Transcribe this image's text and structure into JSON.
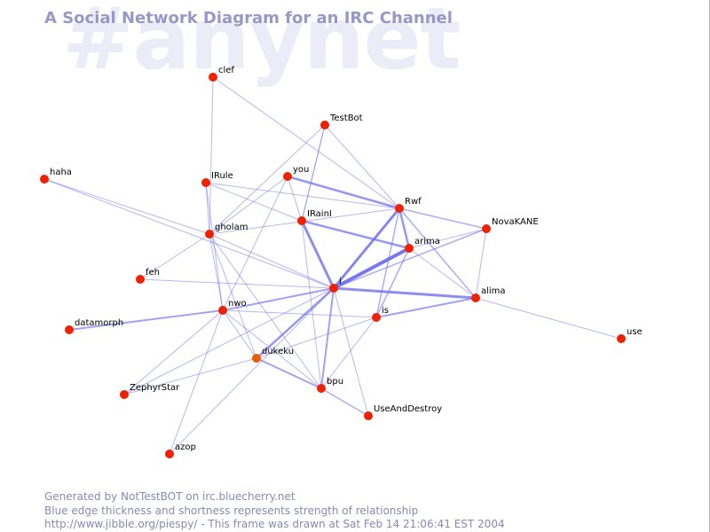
{
  "watermark": "#anynet",
  "title": "A Social Network Diagram for an IRC Channel",
  "footer": {
    "line1": "Generated by NotTestBOT on irc.bluecherry.net",
    "line2": "Blue edge thickness and shortness represents strength of relationship",
    "line3": "http://www.jibble.org/piespy/ - This frame was drawn at Sat Feb 14 21:06:41 EST 2004"
  },
  "colors": {
    "node": "#ee2200",
    "node_alt": "#ee5a00",
    "edge": "#7070ee",
    "label": "#000000"
  },
  "nodes": [
    {
      "id": "clef",
      "label": "clef"
    },
    {
      "id": "TestBot",
      "label": "TestBot"
    },
    {
      "id": "haha",
      "label": "haha"
    },
    {
      "id": "IRule",
      "label": "IRule"
    },
    {
      "id": "you",
      "label": "you"
    },
    {
      "id": "Rwf",
      "label": "Rwf"
    },
    {
      "id": "IRainI",
      "label": "IRainI"
    },
    {
      "id": "NovaKANE",
      "label": "NovaKANE"
    },
    {
      "id": "gholam",
      "label": "gholam"
    },
    {
      "id": "arima",
      "label": "arima"
    },
    {
      "id": "feh",
      "label": "feh"
    },
    {
      "id": "i",
      "label": "i"
    },
    {
      "id": "alima",
      "label": "alima"
    },
    {
      "id": "nwo",
      "label": "nwo"
    },
    {
      "id": "is",
      "label": "is"
    },
    {
      "id": "datamorph",
      "label": "datamorph"
    },
    {
      "id": "use",
      "label": "use"
    },
    {
      "id": "dukeku",
      "label": "dukeku",
      "alt": true
    },
    {
      "id": "ZephyrStar",
      "label": "ZephyrStar"
    },
    {
      "id": "bpu",
      "label": "bpu"
    },
    {
      "id": "UseAndDestroy",
      "label": "UseAndDestroy"
    },
    {
      "id": "azop",
      "label": "azop"
    }
  ],
  "edges": [
    {
      "s": "i",
      "t": "arima",
      "w": 4
    },
    {
      "s": "i",
      "t": "Rwf",
      "w": 3
    },
    {
      "s": "i",
      "t": "alima",
      "w": 3
    },
    {
      "s": "i",
      "t": "IRainI",
      "w": 3
    },
    {
      "s": "i",
      "t": "dukeku",
      "w": 2.5
    },
    {
      "s": "i",
      "t": "bpu",
      "w": 2
    },
    {
      "s": "i",
      "t": "nwo",
      "w": 2
    },
    {
      "s": "i",
      "t": "feh",
      "w": 1
    },
    {
      "s": "i",
      "t": "haha",
      "w": 1
    },
    {
      "s": "i",
      "t": "UseAndDestroy",
      "w": 1
    },
    {
      "s": "i",
      "t": "gholam",
      "w": 1
    },
    {
      "s": "i",
      "t": "NovaKANE",
      "w": 1.5
    },
    {
      "s": "i",
      "t": "ZephyrStar",
      "w": 1
    },
    {
      "s": "i",
      "t": "azop",
      "w": 1
    },
    {
      "s": "IRainI",
      "t": "arima",
      "w": 2.5
    },
    {
      "s": "IRainI",
      "t": "TestBot",
      "w": 1
    },
    {
      "s": "IRainI",
      "t": "IRule",
      "w": 1
    },
    {
      "s": "IRainI",
      "t": "bpu",
      "w": 1
    },
    {
      "s": "you",
      "t": "Rwf",
      "w": 2.5
    },
    {
      "s": "you",
      "t": "gholam",
      "w": 1
    },
    {
      "s": "you",
      "t": "nwo",
      "w": 1
    },
    {
      "s": "you",
      "t": "IRainI",
      "w": 1
    },
    {
      "s": "Rwf",
      "t": "arima",
      "w": 2.5
    },
    {
      "s": "Rwf",
      "t": "NovaKANE",
      "w": 1.5
    },
    {
      "s": "Rwf",
      "t": "alima",
      "w": 1.5
    },
    {
      "s": "Rwf",
      "t": "is",
      "w": 1.5
    },
    {
      "s": "Rwf",
      "t": "gholam",
      "w": 1
    },
    {
      "s": "Rwf",
      "t": "TestBot",
      "w": 1
    },
    {
      "s": "Rwf",
      "t": "IRule",
      "w": 1
    },
    {
      "s": "Rwf",
      "t": "i",
      "w": 1
    },
    {
      "s": "arima",
      "t": "NovaKANE",
      "w": 1
    },
    {
      "s": "arima",
      "t": "alima",
      "w": 1
    },
    {
      "s": "arima",
      "t": "is",
      "w": 1.5
    },
    {
      "s": "NovaKANE",
      "t": "alima",
      "w": 1
    },
    {
      "s": "alima",
      "t": "use",
      "w": 1
    },
    {
      "s": "alima",
      "t": "is",
      "w": 2
    },
    {
      "s": "clef",
      "t": "gholam",
      "w": 1
    },
    {
      "s": "clef",
      "t": "Rwf",
      "w": 1
    },
    {
      "s": "TestBot",
      "t": "gholam",
      "w": 1
    },
    {
      "s": "TestBot",
      "t": "IRainI",
      "w": 1
    },
    {
      "s": "IRule",
      "t": "gholam",
      "w": 1
    },
    {
      "s": "IRule",
      "t": "nwo",
      "w": 1
    },
    {
      "s": "gholam",
      "t": "haha",
      "w": 1
    },
    {
      "s": "gholam",
      "t": "feh",
      "w": 1
    },
    {
      "s": "gholam",
      "t": "dukeku",
      "w": 1
    },
    {
      "s": "gholam",
      "t": "bpu",
      "w": 1
    },
    {
      "s": "gholam",
      "t": "nwo",
      "w": 1
    },
    {
      "s": "nwo",
      "t": "datamorph",
      "w": 2
    },
    {
      "s": "nwo",
      "t": "is",
      "w": 1
    },
    {
      "s": "nwo",
      "t": "ZephyrStar",
      "w": 1
    },
    {
      "s": "nwo",
      "t": "azop",
      "w": 1
    },
    {
      "s": "nwo",
      "t": "bpu",
      "w": 1
    },
    {
      "s": "nwo",
      "t": "dukeku",
      "w": 1
    },
    {
      "s": "is",
      "t": "bpu",
      "w": 1
    },
    {
      "s": "is",
      "t": "dukeku",
      "w": 1
    },
    {
      "s": "dukeku",
      "t": "bpu",
      "w": 2
    },
    {
      "s": "dukeku",
      "t": "ZephyrStar",
      "w": 1
    },
    {
      "s": "bpu",
      "t": "UseAndDestroy",
      "w": 1.5
    }
  ]
}
